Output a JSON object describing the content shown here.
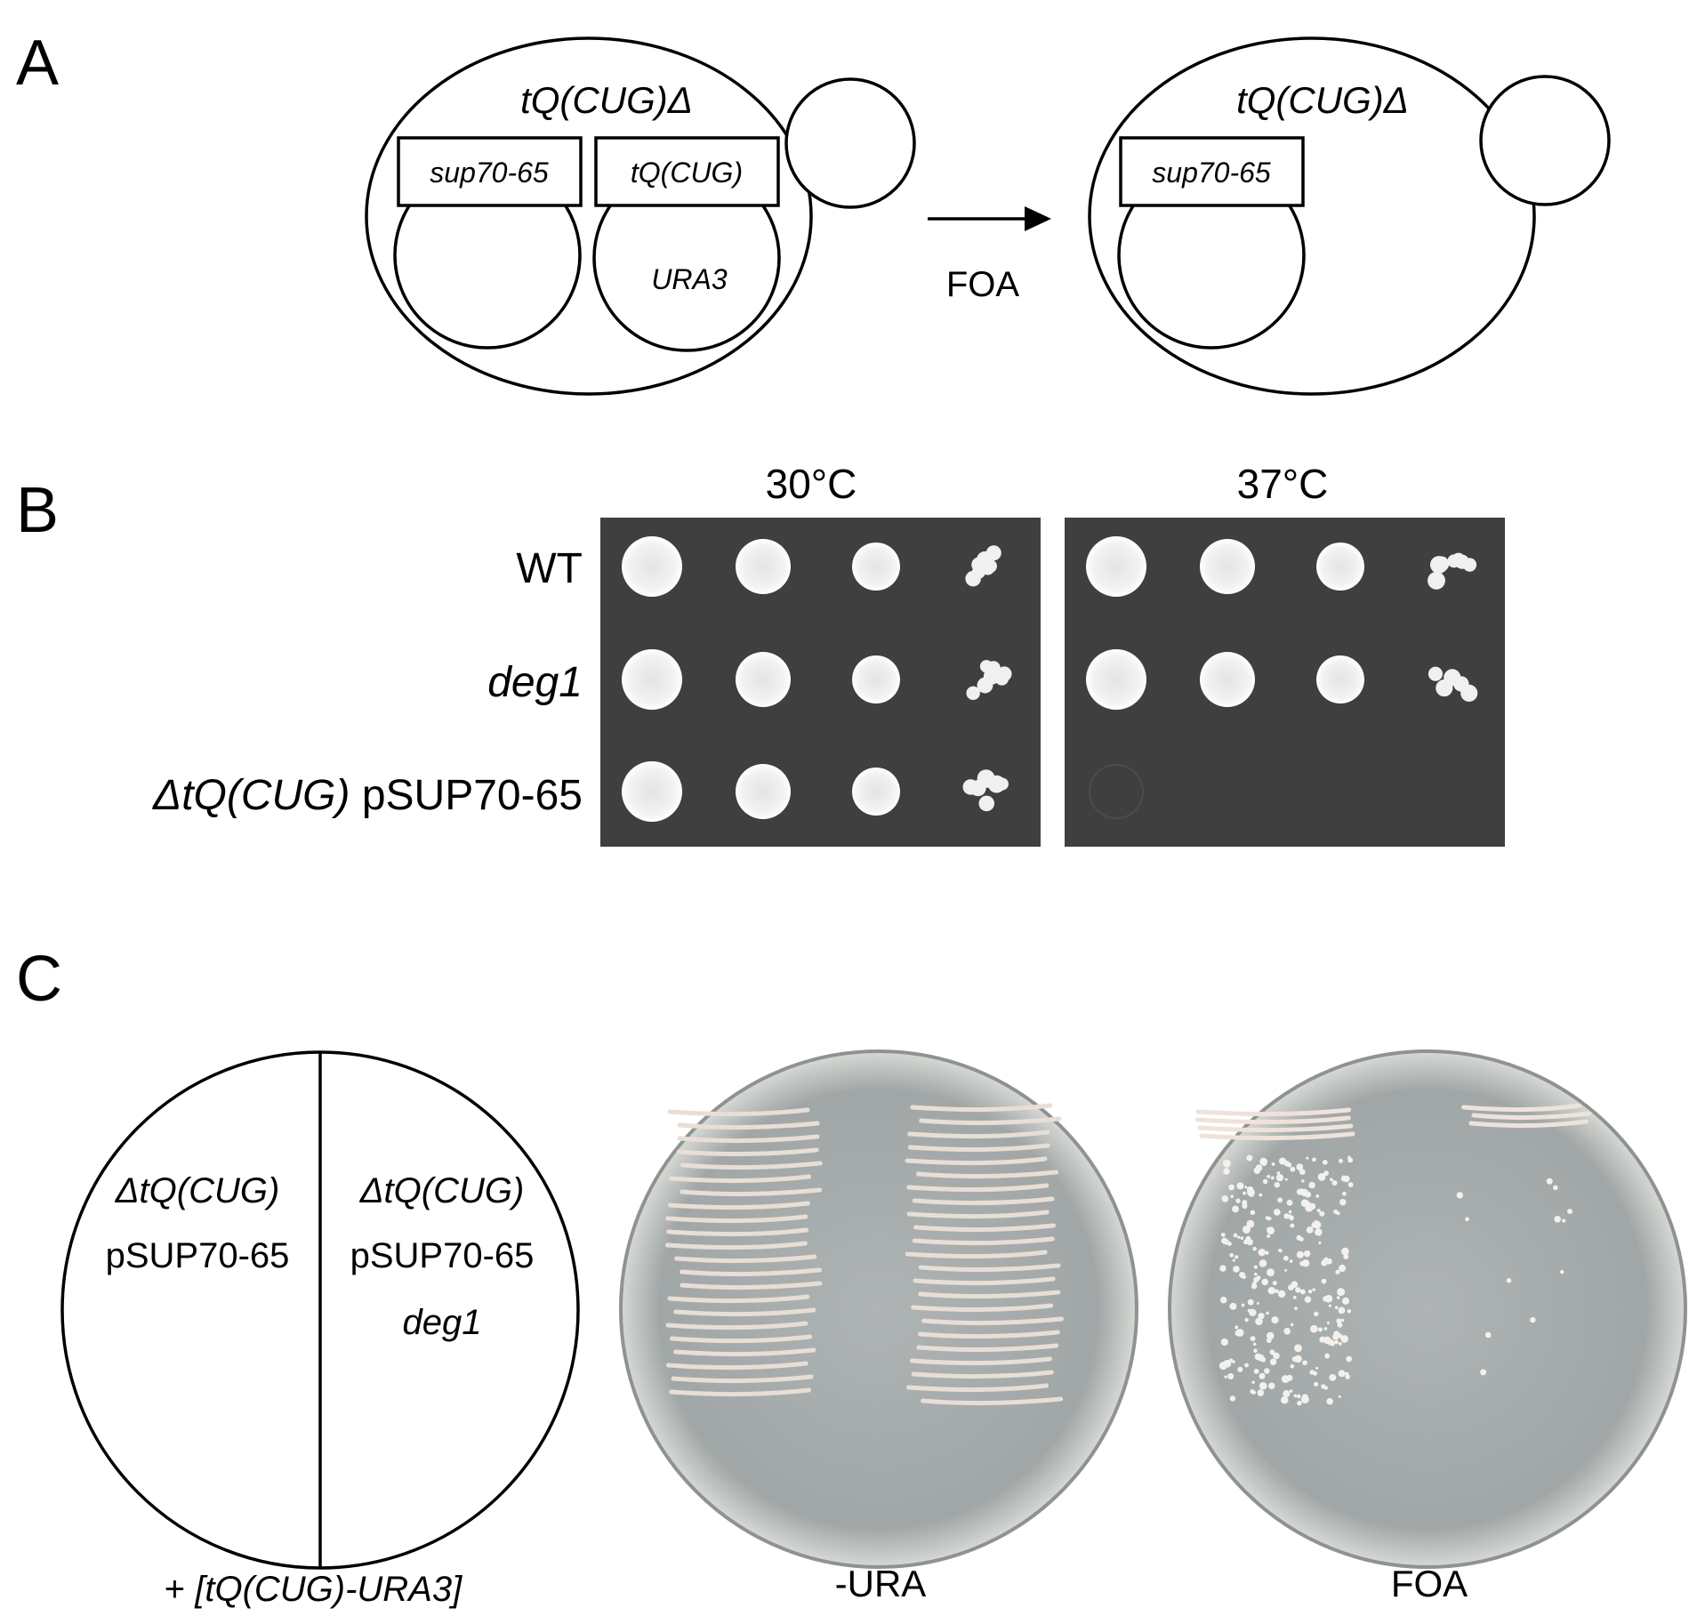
{
  "panel_a": {
    "letter": "A",
    "left_cell_label": "tQ(CUG)Δ",
    "right_cell_label": "tQ(CUG)Δ",
    "plasmid1_label": "sup70-65",
    "plasmid2_label": "tQ(CUG)",
    "plasmid2_marker": "URA3",
    "right_plasmid_label": "sup70-65",
    "arrow_label": "FOA"
  },
  "panel_b": {
    "letter": "B",
    "temp1": "30°C",
    "temp2": "37°C",
    "row1": "WT",
    "row2": "deg1",
    "row3_italic": "ΔtQ(CUG)",
    "row3_plain": " pSUP70-65"
  },
  "panel_c": {
    "letter": "C",
    "left_half_line1": "ΔtQ(CUG)",
    "left_half_line2": "pSUP70-65",
    "right_half_line1": "ΔtQ(CUG)",
    "right_half_line2": "pSUP70-65",
    "right_half_line3": "deg1",
    "caption_plain": "+ ",
    "caption_italic": "[tQ(CUG)-URA3]",
    "plate1_label": "-URA",
    "plate2_label": "FOA"
  }
}
